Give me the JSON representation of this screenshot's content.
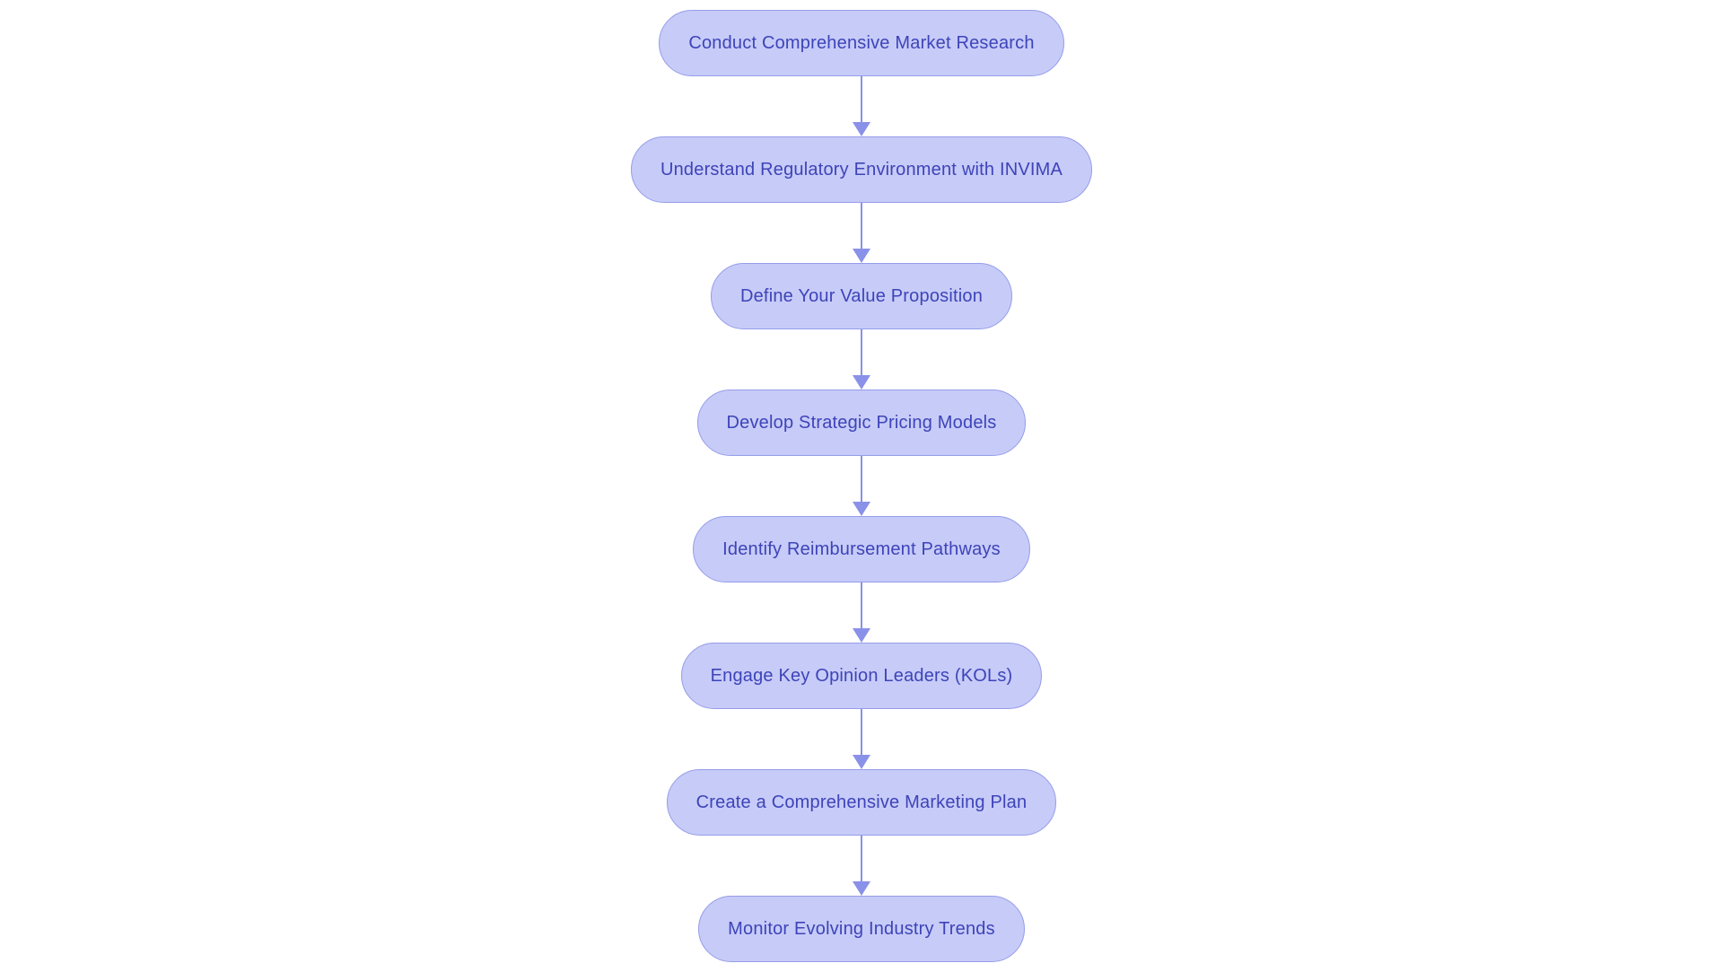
{
  "diagram": {
    "type": "flowchart",
    "direction": "top-down",
    "nodes": [
      {
        "label": "Conduct Comprehensive Market Research"
      },
      {
        "label": "Understand Regulatory Environment with INVIMA"
      },
      {
        "label": "Define Your Value Proposition"
      },
      {
        "label": "Develop Strategic Pricing Models"
      },
      {
        "label": "Identify Reimbursement Pathways"
      },
      {
        "label": "Engage Key Opinion Leaders (KOLs)"
      },
      {
        "label": "Create a Comprehensive Marketing Plan"
      },
      {
        "label": "Monitor Evolving Industry Trends"
      }
    ],
    "connector_style": "solid-line-with-down-arrowhead",
    "colors": {
      "background": "#ffffff",
      "node_fill": "#c7cbf8",
      "node_border": "#959de9",
      "node_text": "#3d44b8",
      "arrow": "#8a91e8"
    }
  }
}
